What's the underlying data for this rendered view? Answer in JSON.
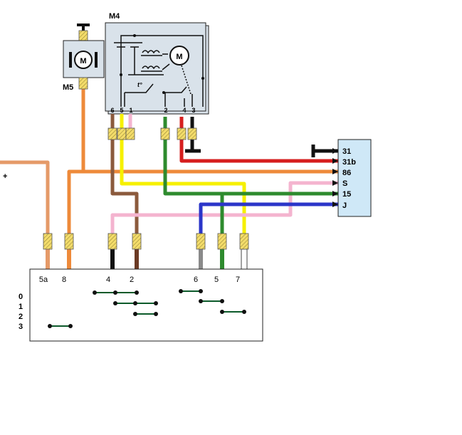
{
  "components": {
    "wiper_motor": {
      "label": "M4",
      "pins": [
        "6",
        "5",
        "1",
        "2",
        "4",
        "3"
      ]
    },
    "washer_motor": {
      "label": "M5"
    },
    "motor_symbol": "M",
    "supply_sign": "+"
  },
  "relay": {
    "terminals": [
      "31",
      "31b",
      "86",
      "S",
      "15",
      "J"
    ]
  },
  "switch": {
    "top_pins": [
      "5a",
      "8",
      "4",
      "2",
      "6",
      "5",
      "7"
    ],
    "positions": [
      "0",
      "1",
      "2",
      "3"
    ]
  },
  "wire_colors": {
    "orange": "#ee8a3a",
    "light_orange": "#e59a68",
    "brown": "#8b5a3c",
    "yellow": "#f6f000",
    "pink": "#f4b4cf",
    "green": "#2e8b2e",
    "red": "#d61e1e",
    "blue": "#2b35c9",
    "black": "#111111",
    "grey": "#8a8a8a",
    "white": "#ffffff"
  }
}
